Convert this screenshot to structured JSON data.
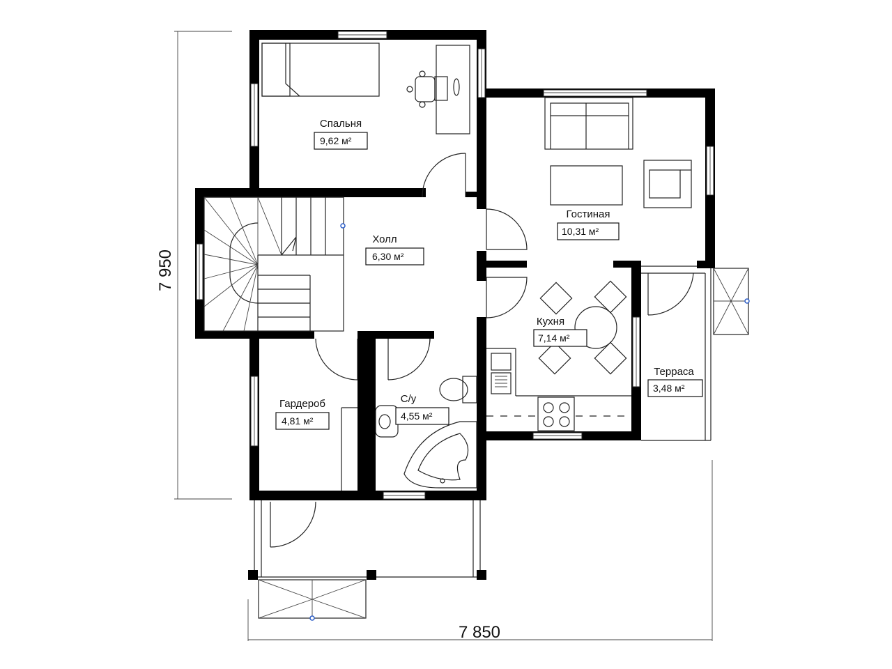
{
  "rooms": {
    "bedroom": {
      "name": "Спальня",
      "area": "9,62 м²"
    },
    "hall": {
      "name": "Холл",
      "area": "6,30 м²"
    },
    "living": {
      "name": "Гостиная",
      "area": "10,31 м²"
    },
    "kitchen": {
      "name": "Кухня",
      "area": "7,14 м²"
    },
    "terrace": {
      "name": "Терраса",
      "area": "3,48 м²"
    },
    "wardrobe": {
      "name": "Гардероб",
      "area": "4,81 м²"
    },
    "bathroom": {
      "name": "С/у",
      "area": "4,55 м²"
    }
  },
  "dimensions": {
    "height": "7 950",
    "width": "7 850"
  }
}
